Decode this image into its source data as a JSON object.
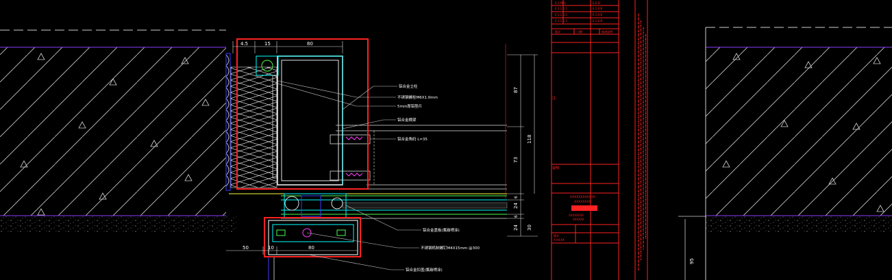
{
  "canvas": {
    "background": "#000000"
  },
  "colors": {
    "red": "#ff2222",
    "white": "#ffffff",
    "cyan": "#00ffff",
    "blue": "#3c3cff",
    "purple": "#8a3cff",
    "green": "#4cff4c",
    "yellow": "#ffff3c",
    "magenta": "#ff3cff",
    "gray": "#9a9a9a",
    "hatch": "#d0d0d0"
  },
  "dimensions": {
    "top": [
      "4.5",
      "15",
      "80"
    ],
    "bottom": [
      "50",
      "10",
      "80"
    ],
    "right": [
      "87",
      "73",
      "6",
      "24",
      "6",
      "24",
      "30"
    ],
    "total": "118"
  },
  "labels": [
    "铝合金立柱",
    "不锈钢螺栓M6X1.0mm",
    "5mm厚铝垫片",
    "铝合金横梁",
    "铝合金角码 L=35",
    "铝合金盖板(氟碳喷涂)",
    "不锈钢机制螺钉M4X15mm @300",
    "铝合金扣盖(氟碳喷涂)"
  ],
  "title_block": {
    "revisions": [
      [
        "E.1.PKG",
        "E.E.D"
      ],
      [
        "E.1.1.0.1",
        "E.1.0.B"
      ],
      [
        "E.1.1.0.2",
        "E.1.0.B"
      ],
      [
        "E.1.1.0.3",
        "E.1.0.B"
      ]
    ],
    "rev_header": [
      "版次",
      "日期",
      "修改说明"
    ],
    "note_a": "注:",
    "note_b": "说明:",
    "company_lines": [
      "XXXXXXXXXXXX",
      "XXXXXXXX"
    ],
    "project_lines": [
      "XXXXXXXX",
      "XXXXXX"
    ],
    "drawing_no_label": "图号",
    "drawing_no": "A-XX-XX"
  }
}
